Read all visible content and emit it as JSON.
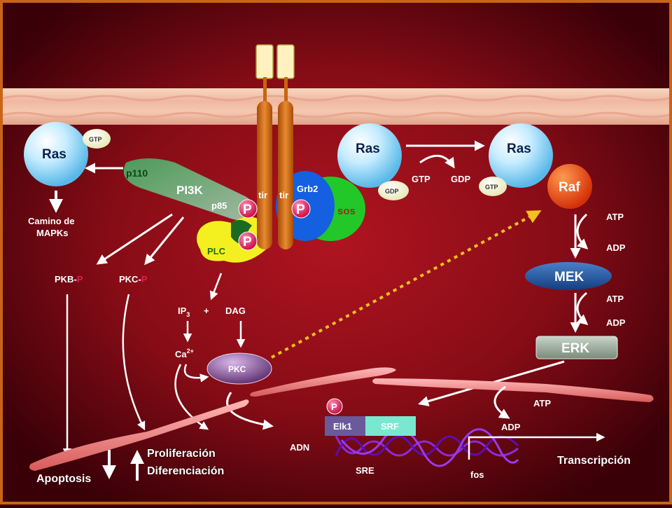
{
  "labels": {
    "ras_left": "Ras",
    "gtp_left": "GTP",
    "camino_line1": "Camino de",
    "camino_line2": "MAPKs",
    "p110": "p110",
    "pi3k": "PI3K",
    "p85": "p85",
    "tir_left": "tir",
    "tir_right": "tir",
    "grb2": "Grb2",
    "sos": "sos",
    "p_marker": "P",
    "plc": "PLC",
    "ras_center": "Ras",
    "gdp_center": "GDP",
    "gtp_exchange": "GTP",
    "gdp_exchange": "GDP",
    "ras_right": "Ras",
    "gtp_right": "GTP",
    "raf": "Raf",
    "atp_1": "ATP",
    "adp_1": "ADP",
    "mek": "MEK",
    "atp_2": "ATP",
    "adp_2": "ADP",
    "erk": "ERK",
    "pkb": "PKB-",
    "pkc_p": "PKC-",
    "p_suffix": "P",
    "ip3": "IP",
    "ip3_sub": "3",
    "plus": "+",
    "dag": "DAG",
    "ca": "Ca",
    "ca_sup": "2+",
    "pkc": "PKC",
    "atp_3": "ATP",
    "adp_3": "ADP",
    "elk1": "Elk1",
    "srf": "SRF",
    "adn": "ADN",
    "sre": "SRE",
    "fos": "fos",
    "transcripcion": "Transcripción",
    "proliferacion": "Proliferación",
    "diferenciacion": "Diferenciación",
    "apoptosis": "Apoptosis"
  },
  "colors": {
    "background_center": "#a0101c",
    "background_edge": "#3a0008",
    "membrane": "#f6c8b0",
    "receptor": "#c8650e",
    "ras_sphere": "#9fdcf8",
    "raf": "#e8400a",
    "mek": "#1e4f9a",
    "erk": "#9aaa9a",
    "pi3k": "#6f9a78",
    "plc": "#f4f020",
    "sos": "#22c828",
    "grb2": "#1560e0",
    "phospho": "#e8185a",
    "pkc": "#7a4a8a",
    "elk1": "#6a5a9a",
    "srf": "#7ae8d0",
    "dna": "#8a2ae0",
    "accent_dashed": "#f4c020"
  },
  "icons": [
    "phospho-circle",
    "arrow",
    "dashed-arrow",
    "dna-helix"
  ]
}
